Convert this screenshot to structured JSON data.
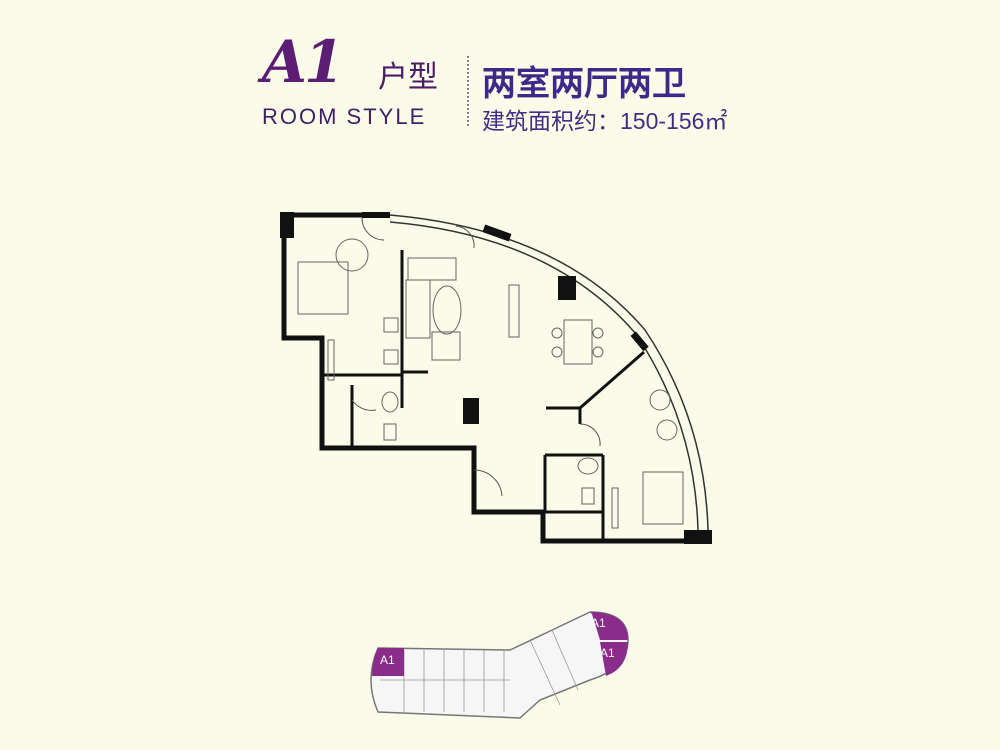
{
  "header": {
    "logo_text": "A1",
    "unit_type_suffix": "户型",
    "room_style_label": "ROOM STYLE",
    "layout_title": "两室两厅两卫",
    "area_label": "建筑面积约：150-156㎡"
  },
  "key_plan": {
    "unit_tags": [
      "A1",
      "A1",
      "A1"
    ],
    "highlight_color": "#8a2c8a"
  },
  "colors": {
    "background": "#fbfbe9",
    "brand_purple": "#5b1e74",
    "title_blue": "#3c2a8a",
    "wall": "#111111"
  }
}
